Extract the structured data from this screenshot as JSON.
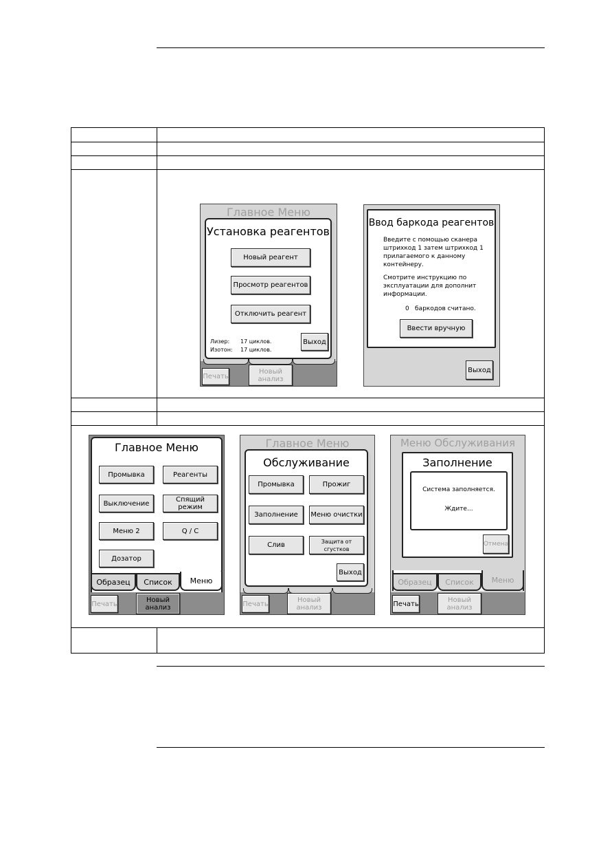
{
  "screen1": {
    "title": "Главное Меню",
    "heading": "Установка реагентов",
    "buttons": [
      "Новый реагент",
      "Просмотр реагентов",
      "Отключить реагент"
    ],
    "lyser_label": "Лизер:",
    "lyser_value": "17 циклов.",
    "isoton_label": "Изотон:",
    "isoton_value": "17 циклов.",
    "exit": "Выход",
    "print": "Печать",
    "new_analysis_1": "Новый",
    "new_analysis_2": "анализ"
  },
  "screen2": {
    "heading": "Ввод баркода реагентов",
    "para1": "Введите с помощью сканера штрихкод 1 затем штрихкод 1 прилагаемого к данному контейнеру.",
    "para2": "Смотрите инструкцию по эксплуатации для дополнит информации.",
    "count": "0",
    "count_text": "баркодов считано.",
    "manual": "Ввести вручную",
    "exit": "Выход"
  },
  "screen3": {
    "title": "Главное Меню",
    "buttons": [
      "Промывка",
      "Реагенты",
      "Выключение",
      "Спящий режим",
      "Меню 2",
      "Q / C",
      "Дозатор"
    ],
    "tabs": [
      "Образец",
      "Список",
      "Меню"
    ],
    "print": "Печать",
    "new_analysis_1": "Новый",
    "new_analysis_2": "анализ"
  },
  "screen4": {
    "title": "Главное Меню",
    "heading": "Обслуживание",
    "buttons": [
      "Промывка",
      "Прожиг",
      "Заполнение",
      "Меню очистки",
      "Слив",
      "Защита от сгустков"
    ],
    "exit": "Выход",
    "print": "Печать",
    "new_analysis_1": "Новый",
    "new_analysis_2": "анализ"
  },
  "screen5": {
    "title": "Меню Обслуживания",
    "heading": "Заполнение",
    "msg1": "Система заполняется.",
    "msg2": "Ждите...",
    "cancel": "Отмена",
    "tabs": [
      "Образец",
      "Список",
      "Меню"
    ],
    "print": "Печать",
    "new_analysis_1": "Новый",
    "new_analysis_2": "анализ"
  }
}
